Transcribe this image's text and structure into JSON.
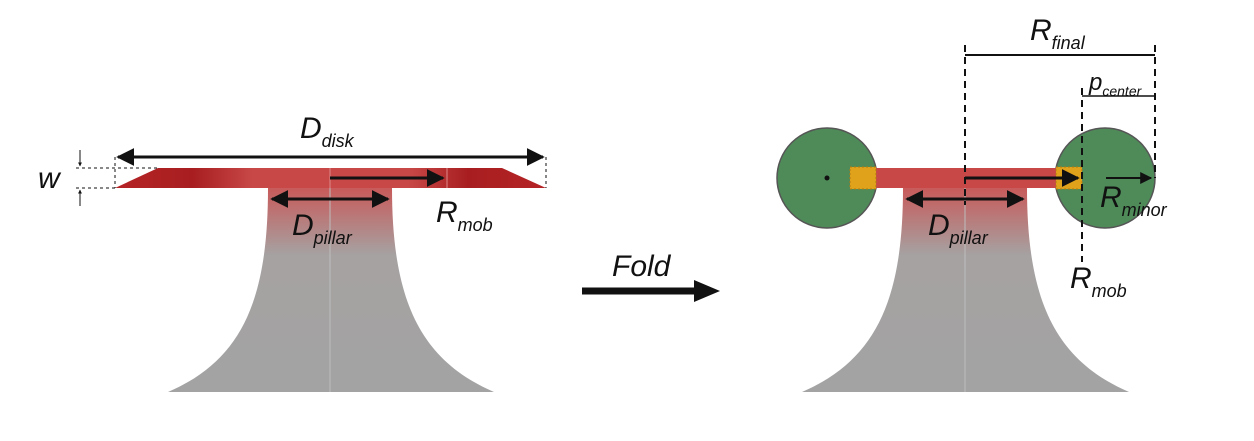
{
  "colors": {
    "pillar_gray": "#a3a3a3",
    "disk_red": "#c84848",
    "disk_dark_red": "#a81e20",
    "circle_green": "#4f8a59",
    "patch_orange": "#e0a21a",
    "stroke": "#111111"
  },
  "labels": {
    "w": "w",
    "d_disk": {
      "main": "D",
      "sub": "disk"
    },
    "d_pillar_left": {
      "main": "D",
      "sub": "pillar"
    },
    "r_mob_left": {
      "main": "R",
      "sub": "mob"
    },
    "fold": "Fold",
    "r_final": {
      "main": "R",
      "sub": "final"
    },
    "p_center": {
      "main": "p",
      "sub": "center"
    },
    "r_minor": {
      "main": "R",
      "sub": "minor"
    },
    "d_pillar_right": {
      "main": "D",
      "sub": "pillar"
    },
    "r_mob_right": {
      "main": "R",
      "sub": "mob"
    }
  }
}
